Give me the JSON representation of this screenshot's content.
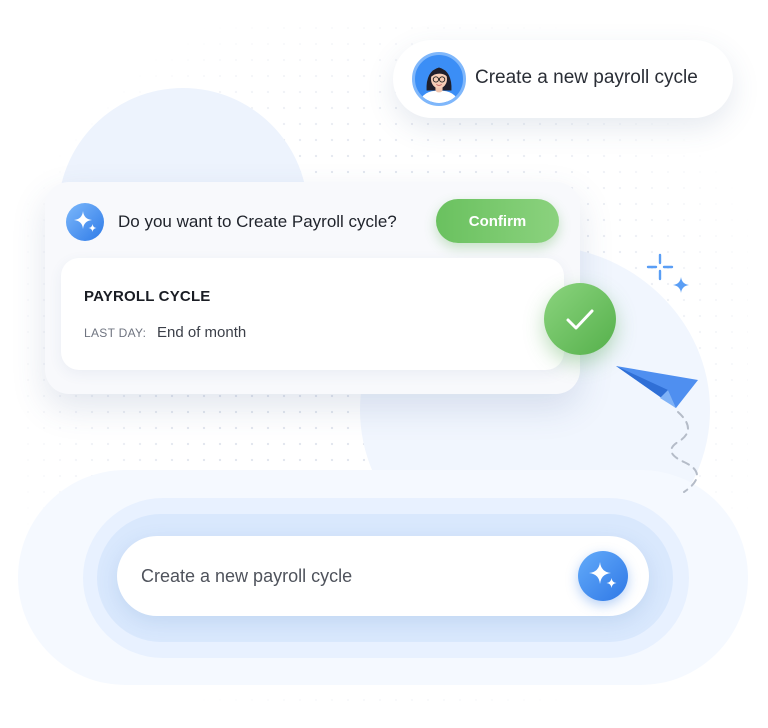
{
  "user_message": {
    "text": "Create a new payroll cycle",
    "avatar_icon": "woman-avatar"
  },
  "confirmation": {
    "question": "Do you want to Create Payroll cycle?",
    "confirm_label": "Confirm",
    "icon": "sparkle-icon",
    "details": {
      "title": "PAYROLL CYCLE",
      "last_day_label": "LAST DAY:",
      "last_day_value": "End of month"
    }
  },
  "prompt": {
    "value": "Create a new payroll cycle",
    "send_icon": "sparkle-icon"
  },
  "decorations": {
    "check_icon": "check-icon",
    "plane_icon": "paper-plane-icon",
    "sparkles_icon": "sparkles-icon"
  },
  "colors": {
    "accent_blue": "#3b8ef6",
    "success_green": "#6ac15f",
    "text_dark": "#1f232b"
  }
}
